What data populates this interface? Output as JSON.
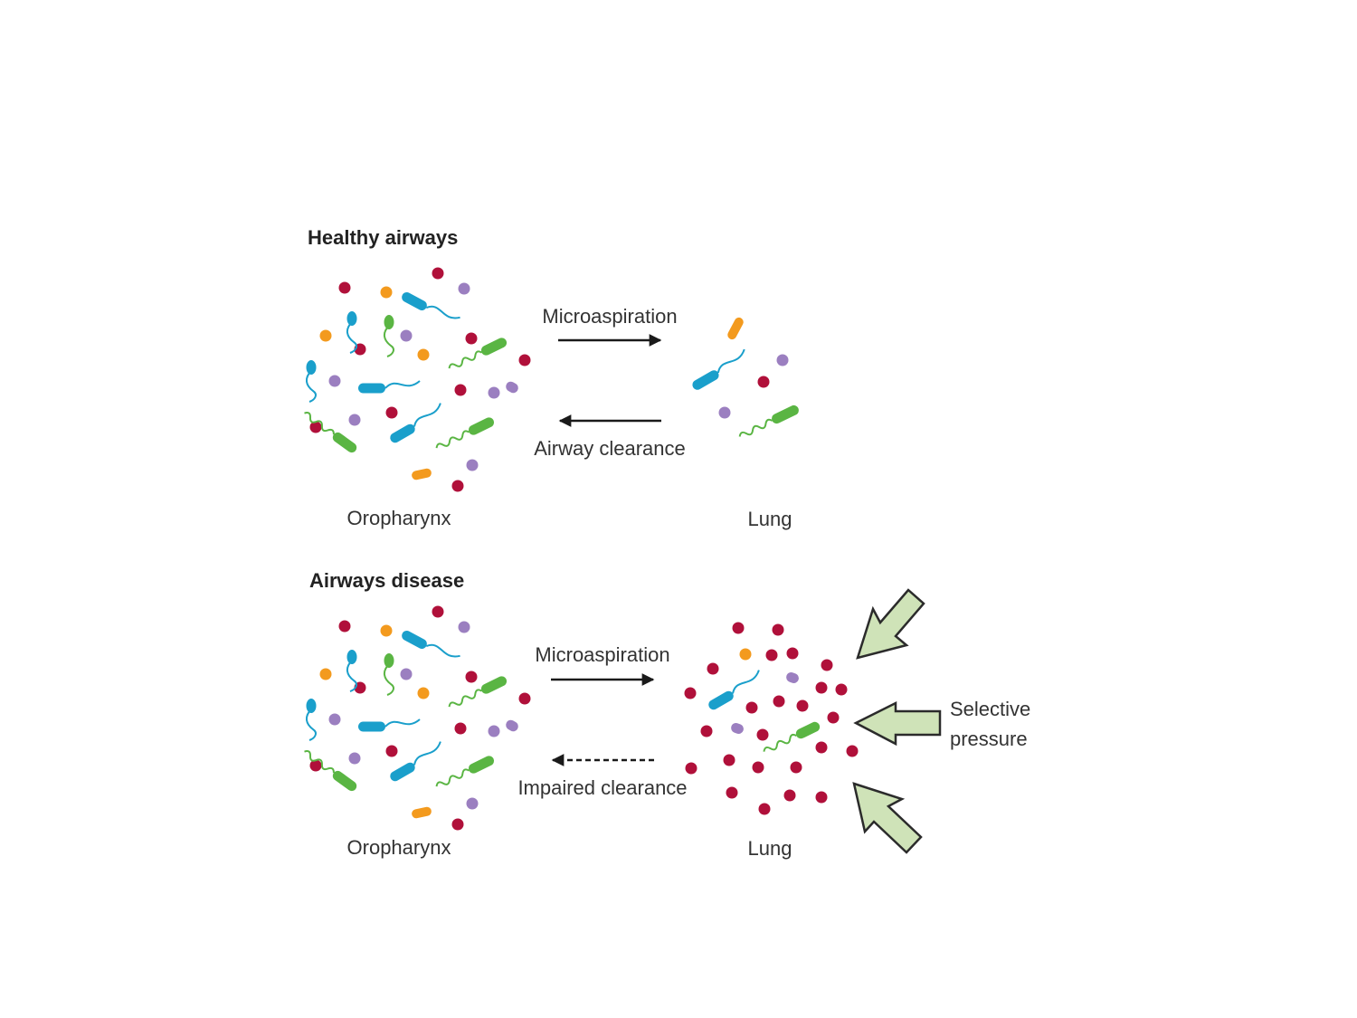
{
  "colors": {
    "dot_red": "#b0103a",
    "dot_purple": "#9b7fc0",
    "orange": "#f39a1e",
    "blue": "#1a9fcb",
    "green": "#5ab543",
    "arrow": "#1a1a1a",
    "pressure_fill": "#cfe3b8",
    "pressure_stroke": "#2b2b2b"
  },
  "panels": [
    {
      "title": "Healthy airways",
      "arrow_forward_label": "Microaspiration",
      "arrow_back_label": "Airway clearance",
      "back_arrow_style": "solid",
      "left_label": "Oropharynx",
      "right_label": "Lung"
    },
    {
      "title": "Airways disease",
      "arrow_forward_label": "Microaspiration",
      "arrow_back_label": "Impaired clearance",
      "back_arrow_style": "dashed",
      "left_label": "Oropharynx",
      "right_label": "Lung",
      "pressure_label_line1": "Selective",
      "pressure_label_line2": "pressure"
    }
  ]
}
